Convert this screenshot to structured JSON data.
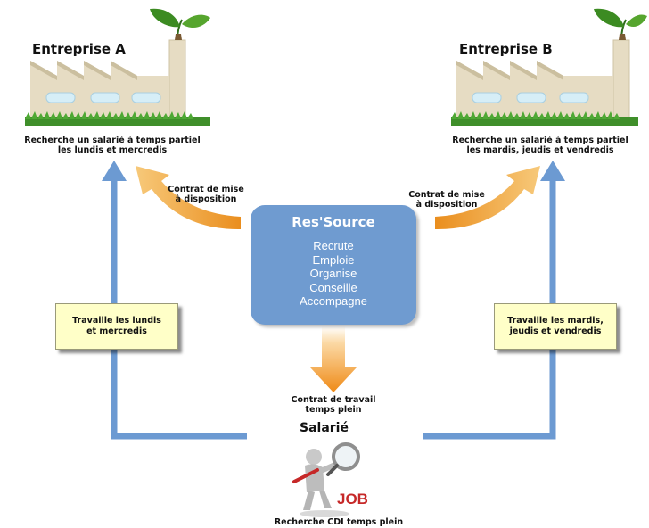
{
  "company_a": {
    "title": "Entreprise A",
    "desc_line1": "Recherche un salarié à temps partiel",
    "desc_line2": "les lundis et mercredis"
  },
  "company_b": {
    "title": "Entreprise B",
    "desc_line1": "Recherche un salarié à temps partiel",
    "desc_line2": "les mardis, jeudis et vendredis"
  },
  "contract_left": {
    "line1": "Contrat de mise",
    "line2": "à disposition"
  },
  "contract_right": {
    "line1": "Contrat de mise",
    "line2": "à disposition"
  },
  "center": {
    "title": "Res'Source",
    "items": [
      "Recrute",
      "Emploie",
      "Organise",
      "Conseille",
      "Accompagne"
    ]
  },
  "note_left": {
    "line1": "Travaille les lundis",
    "line2": "et mercredis"
  },
  "note_right": {
    "line1": "Travaille les mardis,",
    "line2": "jeudis et vendredis"
  },
  "contract_work": {
    "line1": "Contrat de travail",
    "line2": "temps plein"
  },
  "employee": {
    "title": "Salarié",
    "job_label": "JOB",
    "caption": "Recherche CDI temps plein"
  },
  "colors": {
    "blue_arrow": "#6c9ad2",
    "orange_arrow": "#f0a238",
    "center_box": "#6f9bd0",
    "factory": "#e6dcc3",
    "grass": "#3f8f2a",
    "note_bg": "#ffffc8"
  },
  "icons": {
    "factory": "factory-icon",
    "plant": "plant-icon",
    "person": "person-with-magnifier-icon"
  }
}
